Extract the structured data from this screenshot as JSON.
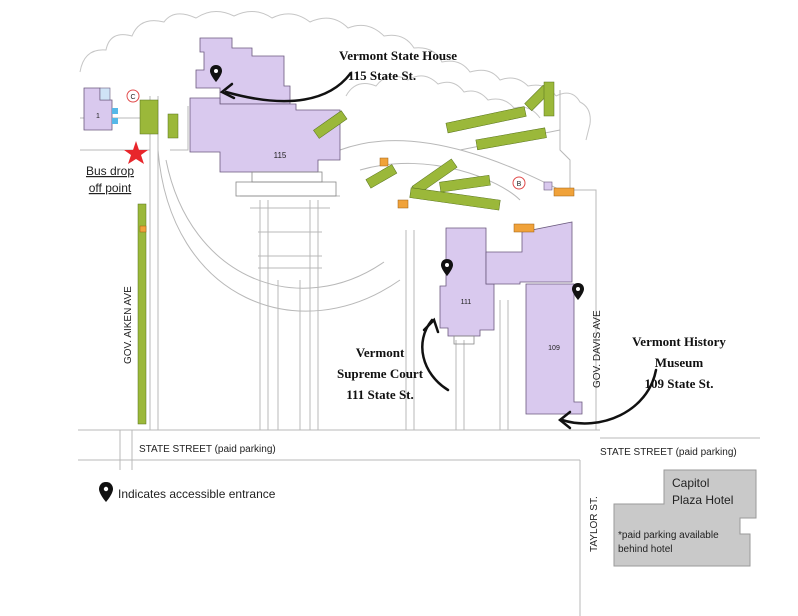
{
  "places": {
    "state_house": {
      "name": "Vermont State House",
      "address": "115 State St.",
      "number": "115"
    },
    "supreme_court": {
      "name_line1": "Vermont",
      "name_line2": "Supreme Court",
      "address": "111 State St.",
      "number": "111"
    },
    "history_museum": {
      "name_line1": "Vermont History",
      "name_line2": "Museum",
      "address": "109 State St.",
      "number": "109"
    },
    "building_1": {
      "number": "1"
    },
    "hotel": {
      "name_line1": "Capitol",
      "name_line2": "Plaza Hotel",
      "note_line1": "*paid parking available",
      "note_line2": "behind hotel"
    }
  },
  "streets": {
    "state_street_left": "STATE STREET (paid parking)",
    "state_street_right": "STATE STREET (paid parking)",
    "gov_aiken": "GOV. AIKEN AVE",
    "gov_davis": "GOV. DAVIS AVE",
    "taylor": "TAYLOR ST."
  },
  "bus": {
    "line1": "Bus drop",
    "line2": "off point"
  },
  "markers": {
    "c": "C",
    "b": "B"
  },
  "legend": {
    "text": "Indicates accessible entrance"
  },
  "colors": {
    "building": "#d9c9ee",
    "parking": "#9bb83a",
    "parking_accessible": "#f0a23a",
    "hotel": "#c9c9c9",
    "bus_star": "#e8262b",
    "marker_ring": "#e04a4a"
  }
}
